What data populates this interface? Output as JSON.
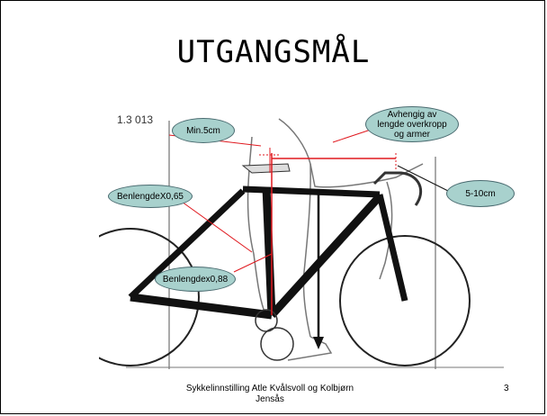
{
  "slide": {
    "title": "UTGANGSMÅL",
    "figure_code": "1.3 013",
    "footer": "Sykkelinnstilling Atle Kvålsvoll og Kolbjørn Jensås",
    "page_number": "3"
  },
  "callouts": {
    "min_5cm": "Min.5cm",
    "torso_arms": "Avhengig av lengde overkropp og armer",
    "reach_5_10": "5-10cm",
    "leg_065": "BenlengdeX0,65",
    "leg_088": "Benlengdex0,88"
  },
  "colors": {
    "bubble_fill": "#a8d1cd",
    "measure_line": "#e0191f",
    "frame": "#111111"
  },
  "icons": {
    "bicycle": "bicycle-illustration",
    "arrow": "measurement-arrow"
  }
}
